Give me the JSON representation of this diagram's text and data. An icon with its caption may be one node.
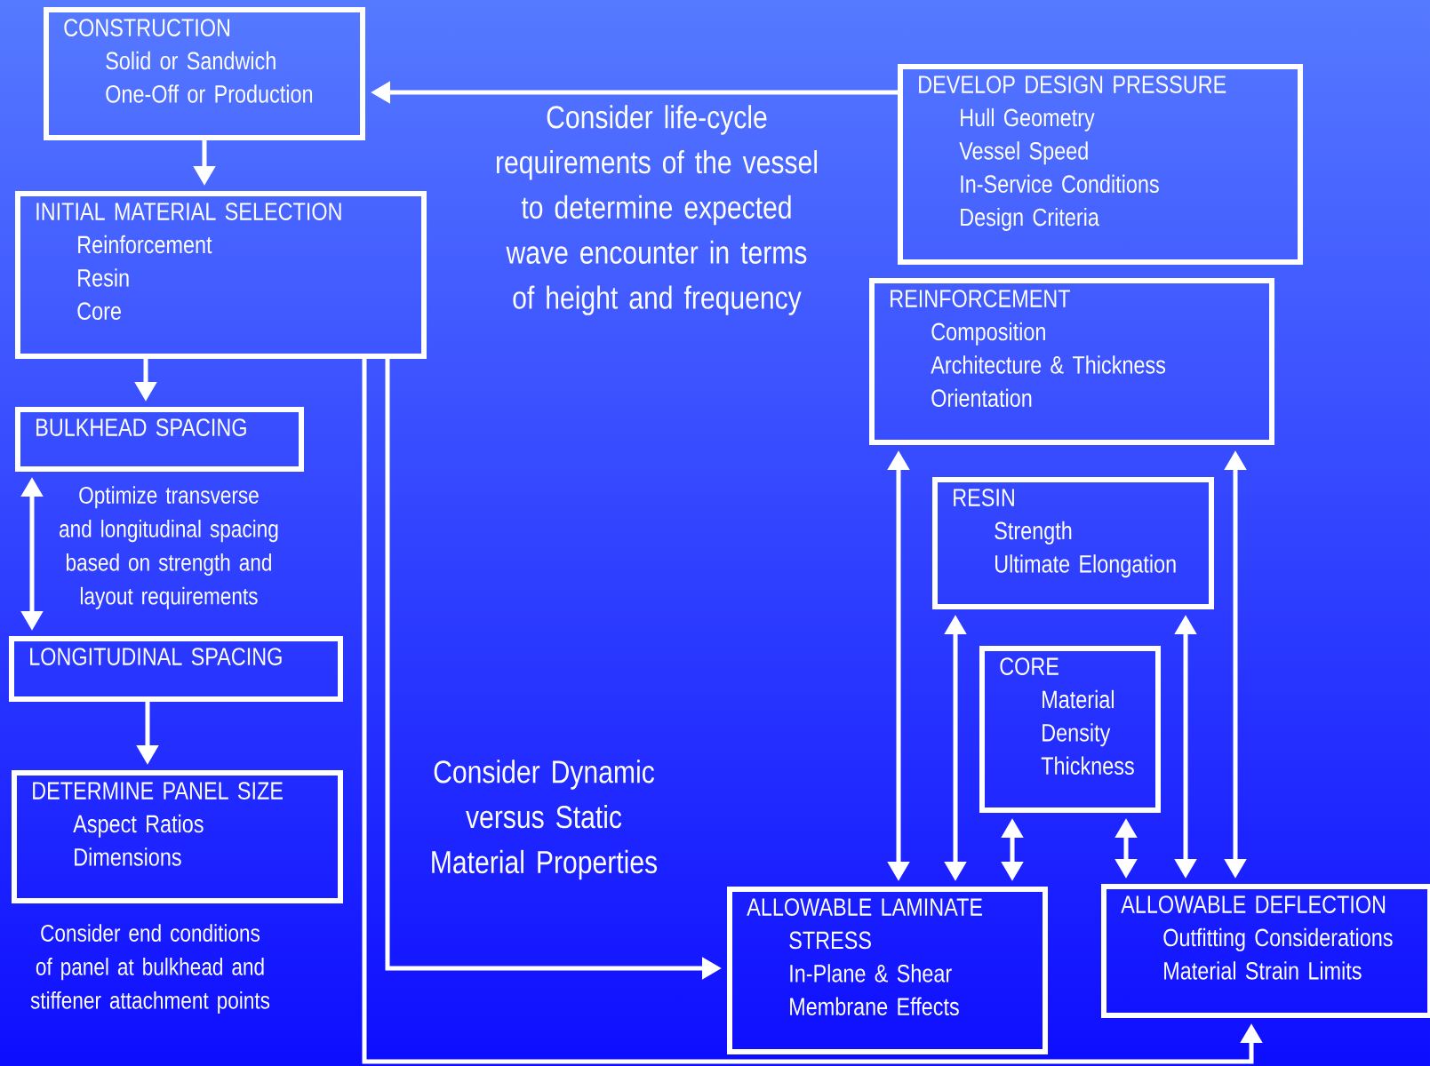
{
  "diagram": {
    "nodes": [
      {
        "text": [
          "CONSTRUCTION",
          "Solid or Sandwich",
          "One-Off or Production"
        ]
      },
      {
        "text": [
          "DEVELOP DESIGN PRESSURE",
          "Hull Geometry",
          "Vessel Speed",
          "In-Service Conditions",
          "Design Criteria"
        ]
      },
      {
        "text": [
          "INITIAL MATERIAL SELECTION",
          "Reinforcement",
          "Resin",
          "Core"
        ]
      },
      {
        "text": [
          "BULKHEAD SPACING"
        ]
      },
      {
        "text": [
          "LONGITUDINAL SPACING"
        ]
      },
      {
        "text": [
          "DETERMINE PANEL SIZE",
          "Aspect Ratios",
          "Dimensions"
        ]
      },
      {
        "text": [
          "REINFORCEMENT",
          "Composition",
          "Architecture & Thickness",
          "Orientation"
        ]
      },
      {
        "text": [
          "RESIN",
          "Strength",
          "Ultimate Elongation"
        ]
      },
      {
        "text": [
          "CORE",
          "Material",
          "Density",
          "Thickness"
        ]
      },
      {
        "text": [
          "ALLOWABLE LAMINATE STRESS",
          "In-Plane & Shear",
          "Membrane Effects"
        ]
      },
      {
        "text": [
          "ALLOWABLE DEFLECTION",
          "Outfitting Considerations",
          "Material Strain Limits"
        ]
      }
    ],
    "edges": [
      {
        "from": 1,
        "to": 0,
        "arrow": "to"
      },
      {
        "from": 0,
        "to": 2,
        "arrow": "to"
      },
      {
        "from": 2,
        "to": 3,
        "arrow": "to"
      },
      {
        "from": 3,
        "to": 4,
        "arrow": "both"
      },
      {
        "from": 4,
        "to": 5,
        "arrow": "to"
      },
      {
        "from": 2,
        "to": 9,
        "arrow": "to"
      },
      {
        "from": 2,
        "to": 10,
        "arrow": "to"
      },
      {
        "from": 6,
        "to": 9,
        "arrow": "both"
      },
      {
        "from": 7,
        "to": 9,
        "arrow": "both"
      },
      {
        "from": 8,
        "to": 9,
        "arrow": "both"
      },
      {
        "from": 8,
        "to": 10,
        "arrow": "both"
      },
      {
        "from": 7,
        "to": 10,
        "arrow": "both"
      },
      {
        "from": 6,
        "to": 10,
        "arrow": "both"
      }
    ],
    "labels": [
      "Consider life-cycle requirements of the vessel to determine expected wave encounter in terms of height and frequency",
      "Optimize transverse and longitudinal spacing based on strength and layout requirements",
      "Consider Dynamic versus Static Material Properties",
      "Consider end conditions of panel at bulkhead and stiffener attachment points"
    ]
  }
}
